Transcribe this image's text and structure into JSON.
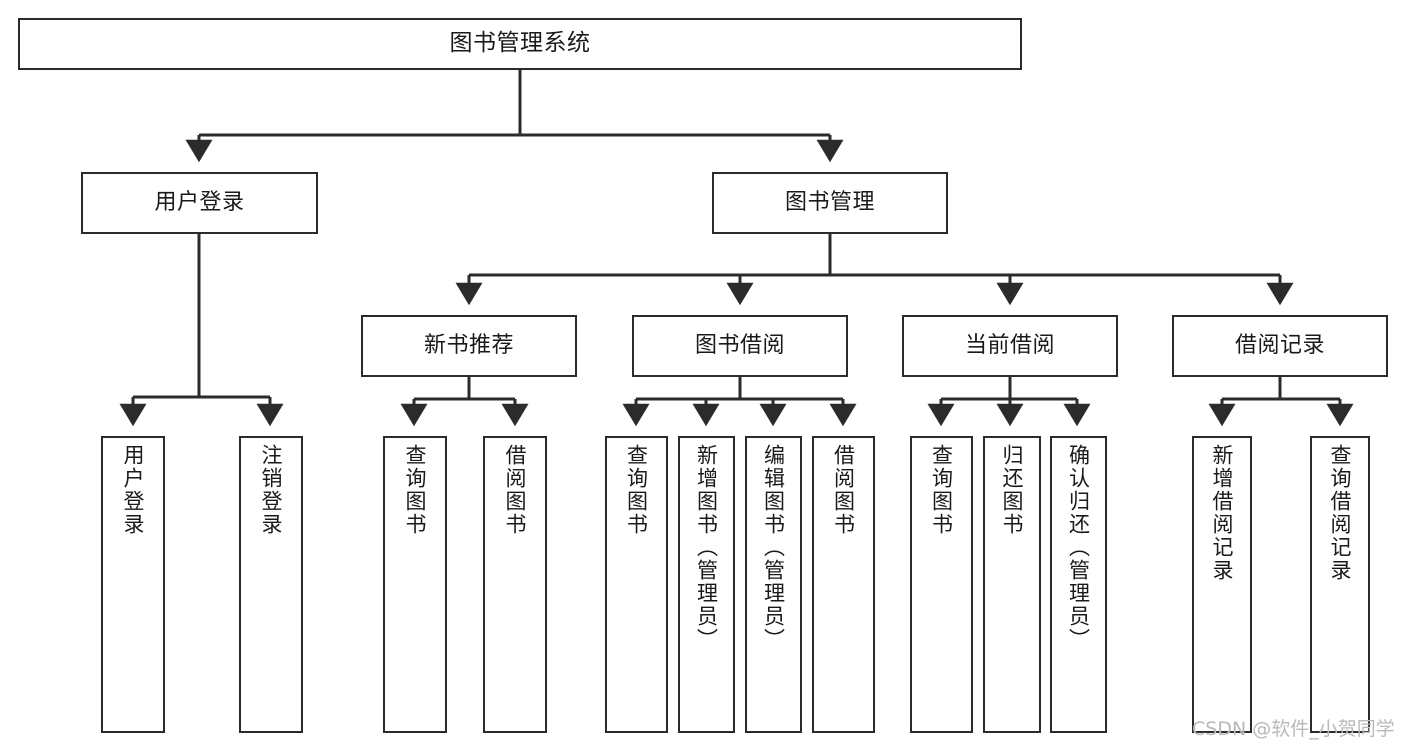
{
  "diagram": {
    "title": "图书管理系统",
    "watermark": "CSDN @软件_小贺同学",
    "colors": {
      "node_border": "#2b2b2b",
      "node_fill": "#ffffff",
      "edge": "#2b2b2b",
      "text": "#1a1a1a",
      "watermark": "#b9b9b9",
      "background": "#ffffff"
    },
    "nodes": {
      "root": {
        "label": "图书管理系统"
      },
      "level2": [
        {
          "label": "用户登录"
        },
        {
          "label": "图书管理"
        }
      ],
      "level3": [
        {
          "label": "新书推荐"
        },
        {
          "label": "图书借阅"
        },
        {
          "label": "当前借阅"
        },
        {
          "label": "借阅记录"
        }
      ],
      "leaves": [
        {
          "label": "用户登录"
        },
        {
          "label": "注销登录"
        },
        {
          "label": "查询图书"
        },
        {
          "label": "借阅图书"
        },
        {
          "label": "查询图书"
        },
        {
          "label": "新增图书（管理员）"
        },
        {
          "label": "编辑图书（管理员）"
        },
        {
          "label": "借阅图书"
        },
        {
          "label": "查询图书"
        },
        {
          "label": "归还图书"
        },
        {
          "label": "确认归还（管理员）"
        },
        {
          "label": "新增借阅记录"
        },
        {
          "label": "查询借阅记录"
        }
      ]
    }
  }
}
